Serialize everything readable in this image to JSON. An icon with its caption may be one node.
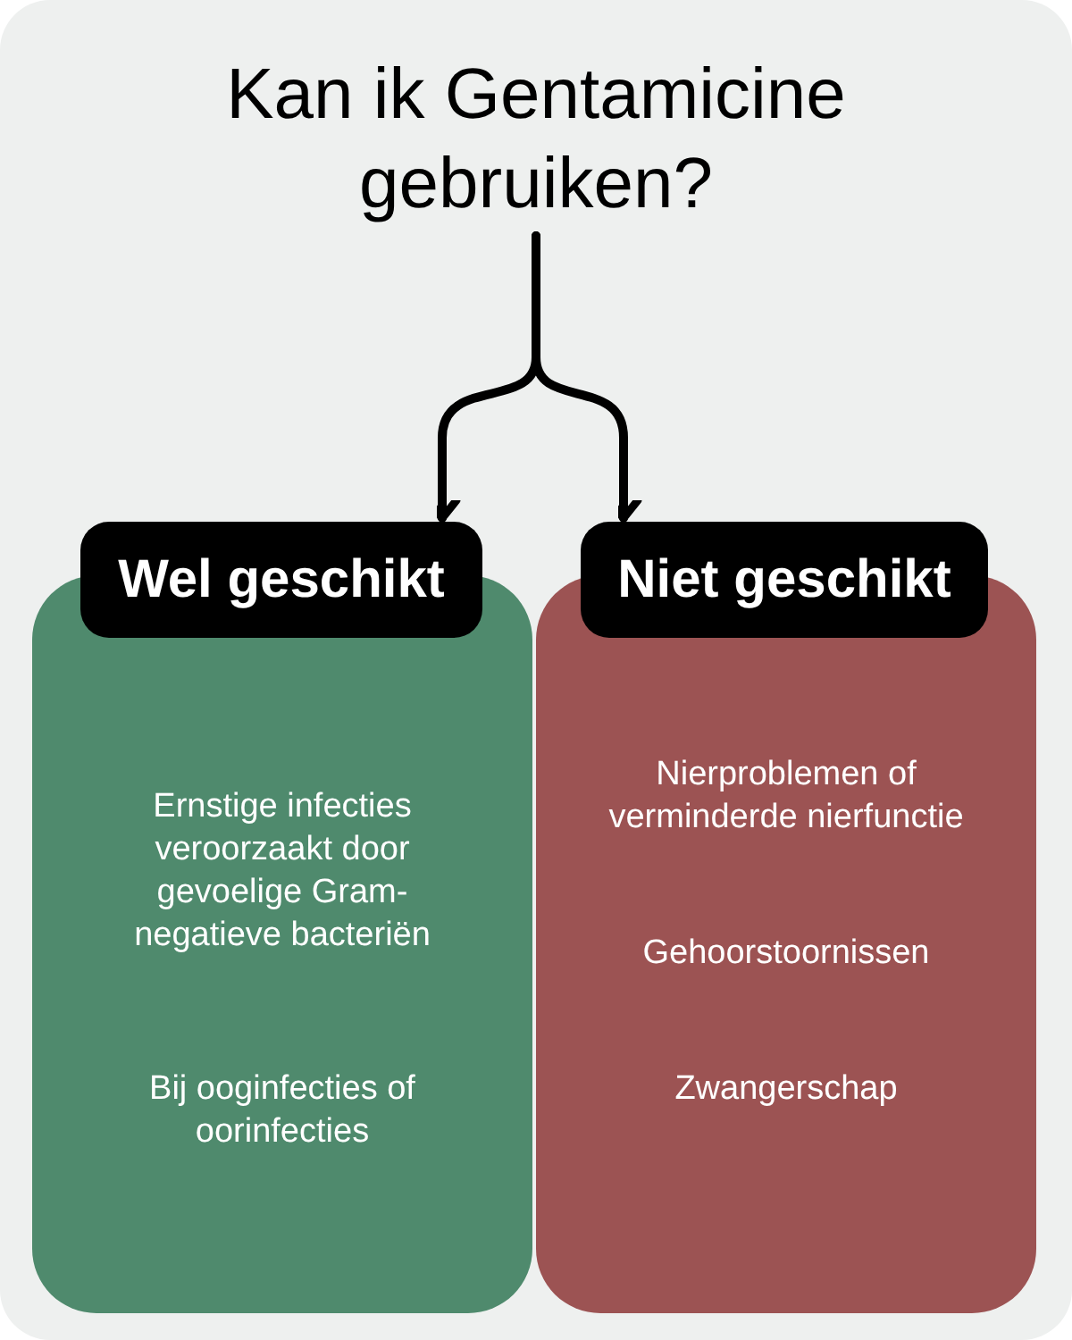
{
  "diagram": {
    "nodes": [
      {
        "text": [
          "Kan ik Gentamicine gebruiken?"
        ]
      },
      {
        "text": [
          "Wel geschikt"
        ]
      },
      {
        "text": [
          "Niet geschikt"
        ]
      },
      {
        "text": [
          "Ernstige infecties veroorzaakt door gevoelige Gram-negatieve bacteriën",
          "Bij ooginfecties of oorinfecties"
        ]
      },
      {
        "text": [
          "Nierproblemen of verminderde nierfunctie",
          "Gehoorstoornissen",
          "Zwangerschap"
        ]
      }
    ],
    "edges": [
      {
        "from": 0,
        "to": 1,
        "arrow": "to"
      },
      {
        "from": 0,
        "to": 2,
        "arrow": "to"
      }
    ]
  }
}
